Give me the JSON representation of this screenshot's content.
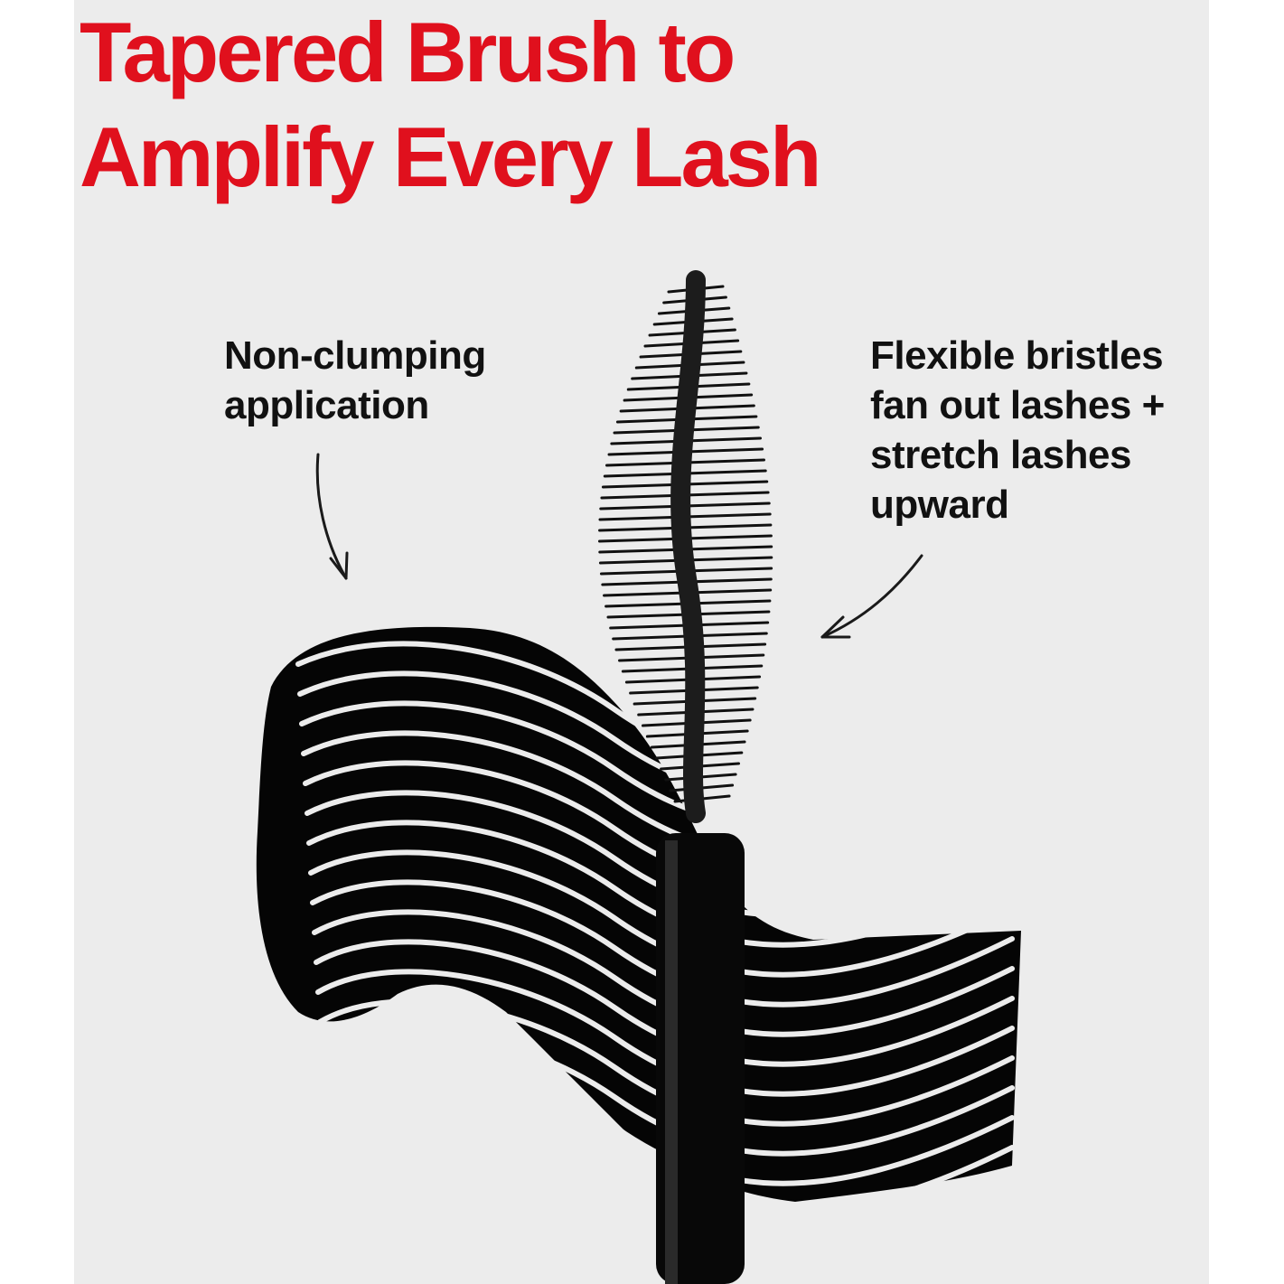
{
  "headline": {
    "line1": "Tapered Brush to",
    "line2": "Amplify Every Lash",
    "color": "#e0101d"
  },
  "callouts": {
    "left": {
      "lines": [
        "Non-clumping",
        "application"
      ]
    },
    "right": {
      "lines": [
        "Flexible bristles",
        "fan out lashes +",
        "stretch lashes",
        "upward"
      ]
    }
  },
  "colors": {
    "background": "#ececec",
    "ink": "#050505"
  },
  "icons": [
    "curved-arrow-icon",
    "mascara-wand-icon"
  ]
}
